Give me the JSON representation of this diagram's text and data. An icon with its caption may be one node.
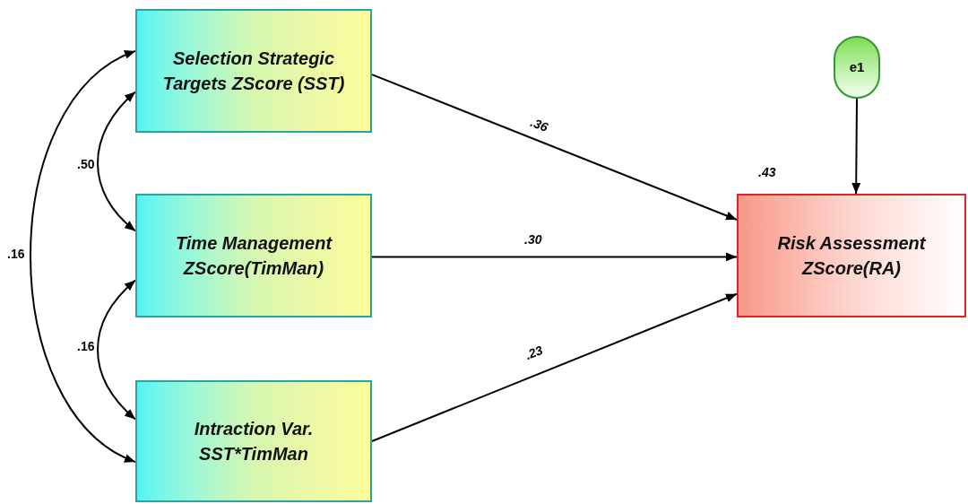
{
  "diagram": {
    "nodes": [
      {
        "text": [
          "Selection Strategic Targets ZScore (SST)"
        ]
      },
      {
        "text": [
          "Time Management ZScore(TimMan)"
        ]
      },
      {
        "text": [
          "Intraction Var. SST*TimMan"
        ]
      },
      {
        "text": [
          "Risk Assessment ZScore(RA)"
        ],
        "beside": [
          ".43"
        ]
      },
      {
        "text": [
          "e1"
        ]
      }
    ],
    "edges": [
      {
        "from": 0,
        "to": 3,
        "arrow": "to",
        "label": ".36"
      },
      {
        "from": 1,
        "to": 3,
        "arrow": "to",
        "label": ".30"
      },
      {
        "from": 2,
        "to": 3,
        "arrow": "to",
        "label": ".23"
      },
      {
        "from": 4,
        "to": 3,
        "arrow": "to"
      },
      {
        "from": 0,
        "to": 1,
        "arrow": "both",
        "label": ".50"
      },
      {
        "from": 1,
        "to": 2,
        "arrow": "both",
        "label": ".16"
      },
      {
        "from": 0,
        "to": 2,
        "arrow": "both",
        "label": ".16"
      }
    ]
  }
}
